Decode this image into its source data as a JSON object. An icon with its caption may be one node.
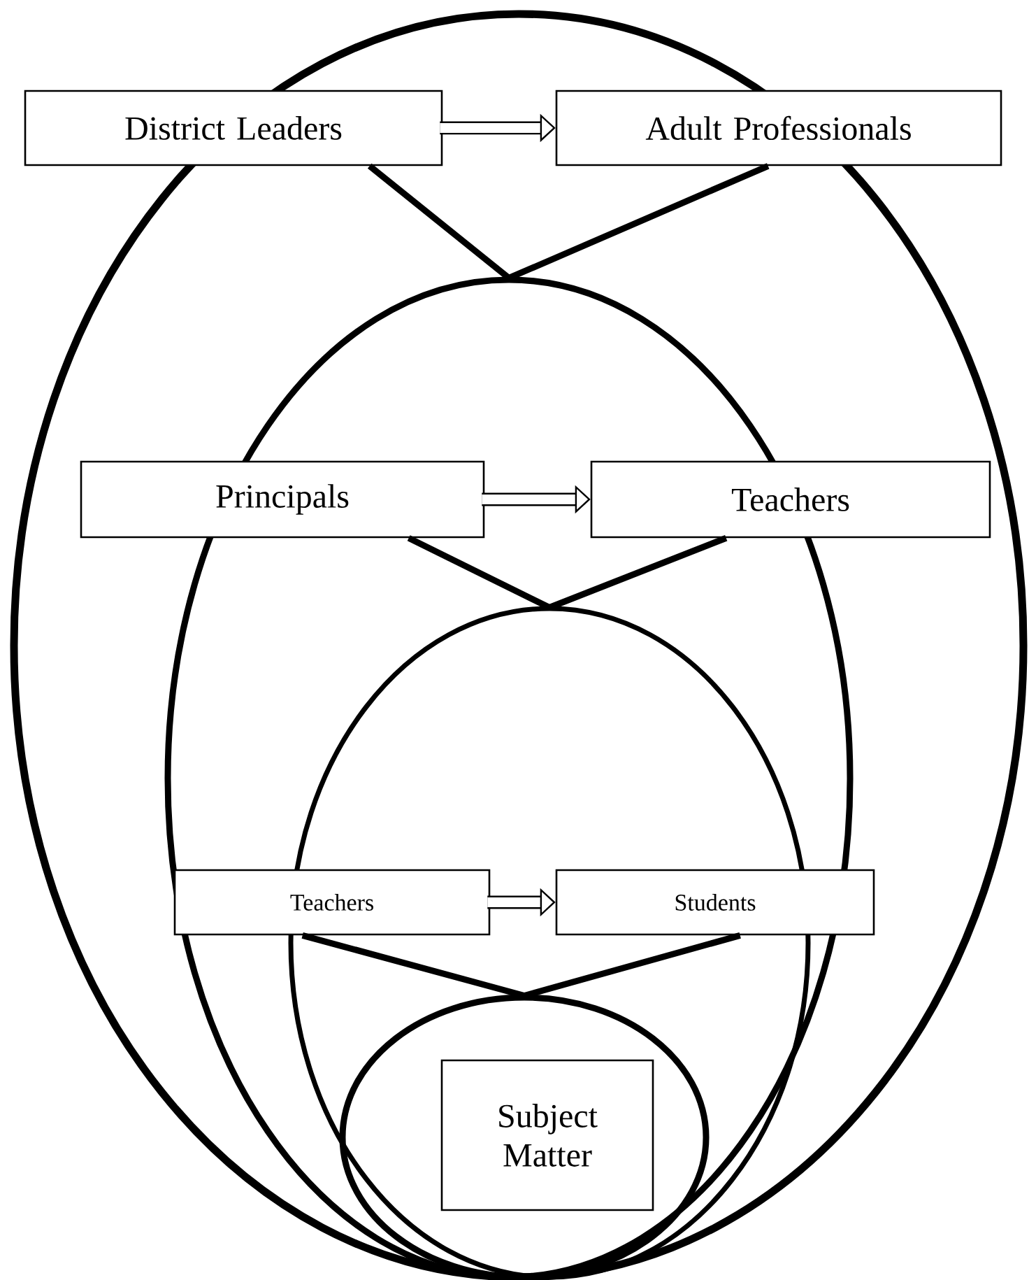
{
  "diagram": {
    "nodes": [
      {
        "text": [],
        "shape": "circle"
      },
      {
        "text": [
          "District Leaders"
        ],
        "in": 0
      },
      {
        "text": [
          "Adult Professionals"
        ],
        "in": 0
      },
      {
        "text": [],
        "shape": "circle",
        "in": 0
      },
      {
        "text": [
          "Principals"
        ],
        "in": 0
      },
      {
        "text": [
          "Teachers"
        ],
        "in": 0
      },
      {
        "text": [],
        "shape": "circle",
        "in": 3
      },
      {
        "text": [
          "Teachers"
        ],
        "in": 3
      },
      {
        "text": [
          "Students"
        ],
        "in": 0
      },
      {
        "text": [],
        "shape": "circle",
        "in": 6
      },
      {
        "text": [
          "Subject Matter"
        ],
        "in": 9
      }
    ],
    "edges": [
      {
        "from": 1,
        "to": 2,
        "arrow": "to",
        "style": "thick"
      },
      {
        "from": 1,
        "to": 3,
        "arrow": "none"
      },
      {
        "from": 2,
        "to": 3,
        "arrow": "none"
      },
      {
        "from": 4,
        "to": 5,
        "arrow": "to",
        "style": "thick"
      },
      {
        "from": 4,
        "to": 6,
        "arrow": "none"
      },
      {
        "from": 5,
        "to": 6,
        "arrow": "none"
      },
      {
        "from": 7,
        "to": 8,
        "arrow": "to",
        "style": "thick"
      },
      {
        "from": 7,
        "to": 9,
        "arrow": "none"
      },
      {
        "from": 8,
        "to": 9,
        "arrow": "none"
      }
    ]
  }
}
